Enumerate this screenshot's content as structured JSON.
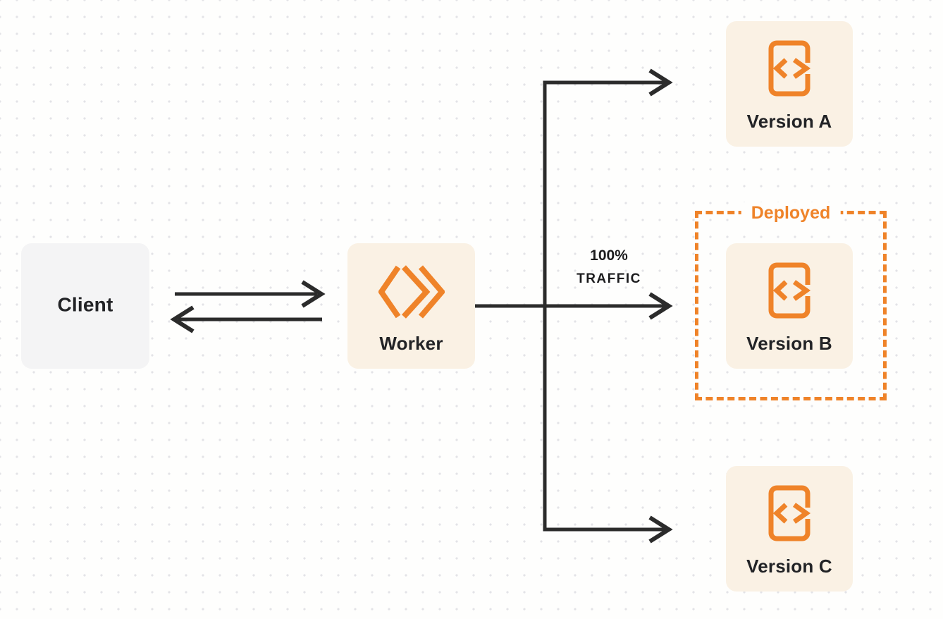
{
  "diagram": {
    "title": "worker-traffic-routing-diagram",
    "colors": {
      "accent_orange": "#EF8329",
      "box_cream": "#FAF1E4",
      "box_gray": "#F4F4F5",
      "arrow_dark": "#2B2B2B",
      "text_dark": "#222326",
      "background": "#FEFEFD",
      "dot_grid": "#E3E3E7"
    },
    "nodes": {
      "client": {
        "label": "Client"
      },
      "worker": {
        "label": "Worker",
        "icon": "workers-logo-icon"
      },
      "versions": [
        {
          "label": "Version A",
          "icon": "code-file-icon"
        },
        {
          "label": "Version B",
          "icon": "code-file-icon"
        },
        {
          "label": "Version C",
          "icon": "code-file-icon"
        }
      ],
      "deployed_group": {
        "label": "Deployed",
        "contains": "Version B"
      }
    },
    "edges": {
      "traffic_label_line1": "100%",
      "traffic_label_line2": "TRAFFIC"
    }
  }
}
